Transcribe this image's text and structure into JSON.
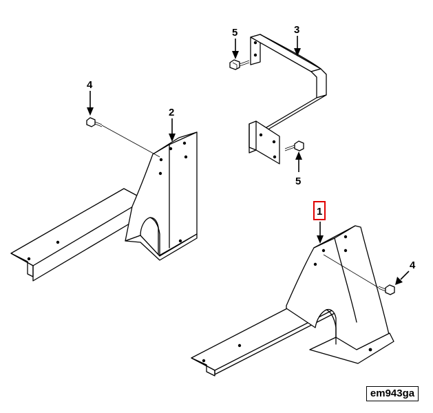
{
  "callouts": {
    "item_1": "1",
    "item_2": "2",
    "item_3": "3",
    "item_4_left": "4",
    "item_4_right": "4",
    "item_5_top": "5",
    "item_5_bottom": "5"
  },
  "reference_code": "em943ga",
  "colors": {
    "highlight": "#e00000",
    "line": "#000000",
    "background": "#ffffff"
  }
}
